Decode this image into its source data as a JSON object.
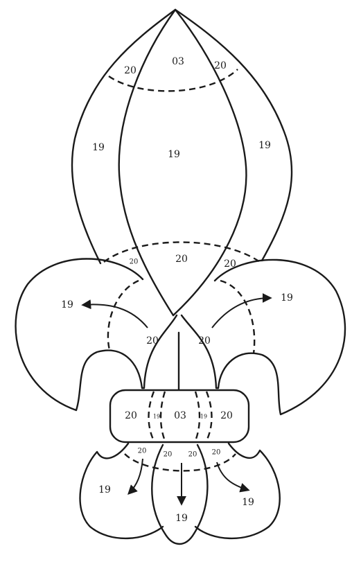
{
  "labels": {
    "top_tip": "03",
    "top_left_tip": "20",
    "top_right_tip": "20",
    "upper_left_petal": "19",
    "upper_center_petal": "19",
    "upper_right_petal": "19",
    "mid_left": "20",
    "mid_center": "20",
    "mid_right": "20",
    "left_arm": "19",
    "right_arm": "19",
    "inner_left": "20",
    "inner_right": "20",
    "band_left": "20",
    "band_left_inner": "19",
    "band_center": "03",
    "band_right_inner": "19",
    "band_right": "20",
    "lower_left_small": "20",
    "lower_center_left": "20",
    "lower_center_right": "20",
    "lower_right_small": "20",
    "lower_left_petal": "19",
    "lower_center_petal": "19",
    "lower_right_petal": "19"
  }
}
